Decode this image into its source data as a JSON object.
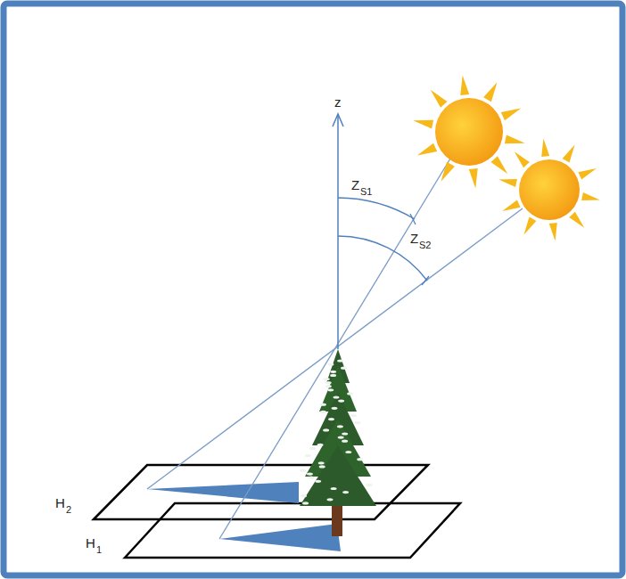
{
  "diagram": {
    "labels": [
      "z",
      "Z",
      "S1",
      "Z",
      "S2",
      "H",
      "2",
      "H",
      "1"
    ]
  }
}
